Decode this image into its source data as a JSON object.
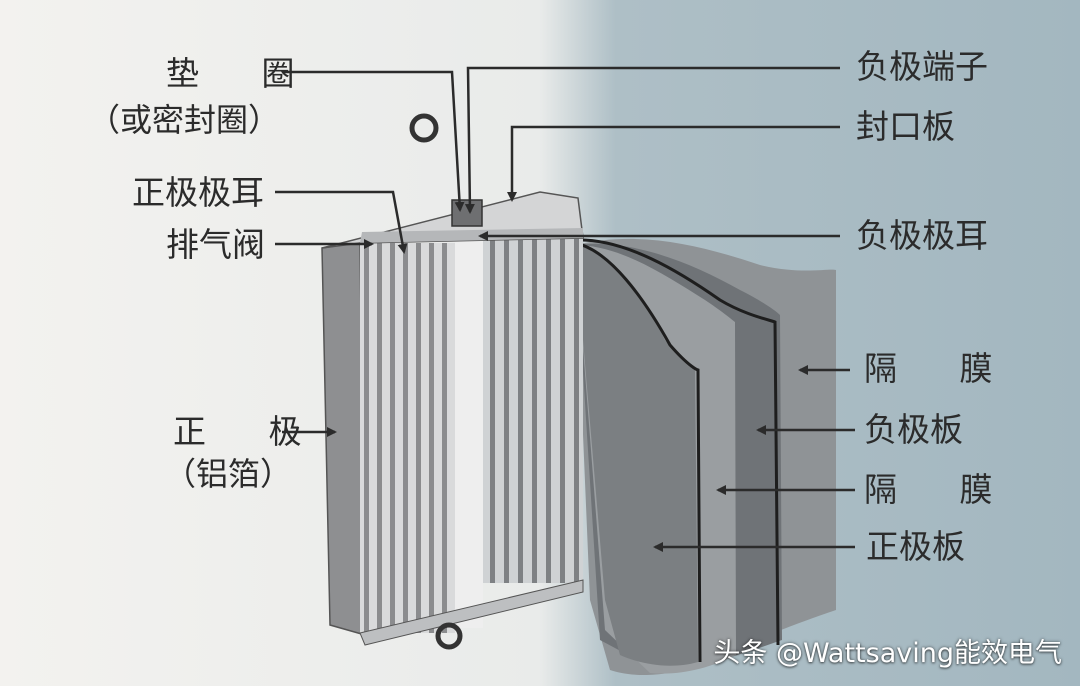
{
  "labels": {
    "gasket": "垫 圈",
    "gasket_alt": "（或密封圈）",
    "positive_tab": "正极极耳",
    "vent_valve": "排气阀",
    "positive_electrode": "正 极",
    "positive_electrode_material": "（铝箔）",
    "negative_terminal": "负极端子",
    "sealing_plate": "封口板",
    "negative_tab": "负极极耳",
    "separator_1": "隔 膜",
    "negative_plate": "负极板",
    "separator_2": "隔 膜",
    "positive_plate": "正极板"
  },
  "watermark": "头条 @Wattsaving能效电气",
  "colors": {
    "background_left": "#f2f1ee",
    "background_right": "#a9bcc4",
    "line": "#2b2b2b"
  }
}
